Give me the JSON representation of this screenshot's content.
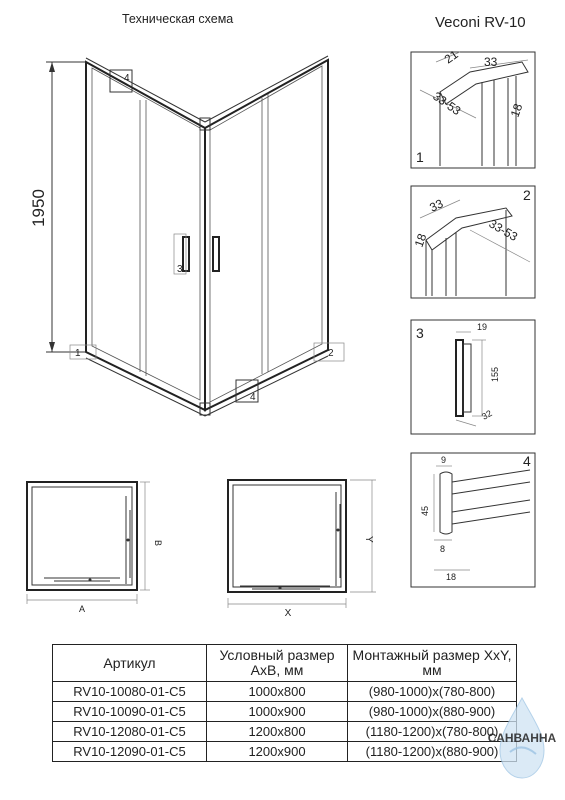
{
  "header": {
    "scheme_title": "Техническая схема",
    "model": "Veconi RV-10"
  },
  "main_drawing": {
    "height_label": "1950",
    "callouts": [
      "4",
      "3",
      "1",
      "2",
      "4"
    ]
  },
  "details": [
    {
      "number": "1",
      "dims": [
        "21",
        "33",
        "33-53",
        "18"
      ]
    },
    {
      "number": "2",
      "dims": [
        "33",
        "18",
        "33-53"
      ]
    },
    {
      "number": "3",
      "dims": [
        "19",
        "155",
        "32"
      ]
    },
    {
      "number": "4",
      "dims": [
        "9",
        "45",
        "8",
        "18"
      ]
    }
  ],
  "plans": {
    "left": {
      "dim_a": "A",
      "dim_b": "B"
    },
    "right": {
      "dim_x": "X",
      "dim_y": "Y"
    }
  },
  "table": {
    "headers": [
      "Артикул",
      "Условный размер АхВ, мм",
      "Монтажный размер ХхY, мм"
    ],
    "rows": [
      [
        "RV10-10080-01-C5",
        "1000x800",
        "(980-1000)x(780-800)"
      ],
      [
        "RV10-10090-01-C5",
        "1000x900",
        "(980-1000)x(880-900)"
      ],
      [
        "RV10-12080-01-C5",
        "1200x800",
        "(1180-1200)x(780-800)"
      ],
      [
        "RV10-12090-01-C5",
        "1200x900",
        "(1180-1200)x(880-900)"
      ]
    ]
  },
  "watermark": {
    "brand": "САНВАННА"
  }
}
